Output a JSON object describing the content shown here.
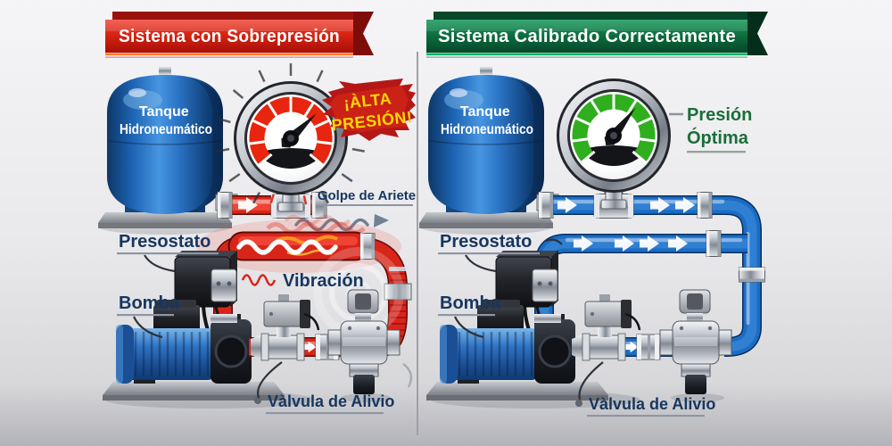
{
  "left_panel": {
    "banner": "Sistema con Sobrepresión",
    "tank_line1": "Tanque",
    "tank_line2": "Hidroneumático",
    "warning_line1": "¡ÀLTA",
    "warning_line2": "PRESIÓN!",
    "water_hammer": "Golpe de Ariete",
    "pressure_switch": "Presostato",
    "pump": "Bomba",
    "vibration": "Vibración",
    "relief_valve": "Vàlvula de Alivio"
  },
  "right_panel": {
    "banner": "Sistema Calibrado Correctamente",
    "tank_line1": "Tanque",
    "tank_line2": "Hidroneumático",
    "status_line1": "Presión",
    "status_line2": "Óptima",
    "pressure_switch": "Presostato",
    "pump": "Bomba",
    "relief_valve": "Vàlvula de Alivio"
  },
  "theme": {
    "background": "#e9e9ec",
    "banner_red": "#c41708",
    "banner_green": "#0c6b3d",
    "pipe_red": "#d8251a",
    "pipe_blue": "#1a6cc4",
    "gauge_danger_zone": "#e8250e",
    "gauge_optimal_zone": "#2fae1e",
    "warning_text": "#ffd900",
    "warning_splash": "#b51717",
    "optimal_text": "#1a6e38",
    "label_text": "#17365f",
    "tank_blue": "#1d64b4"
  }
}
